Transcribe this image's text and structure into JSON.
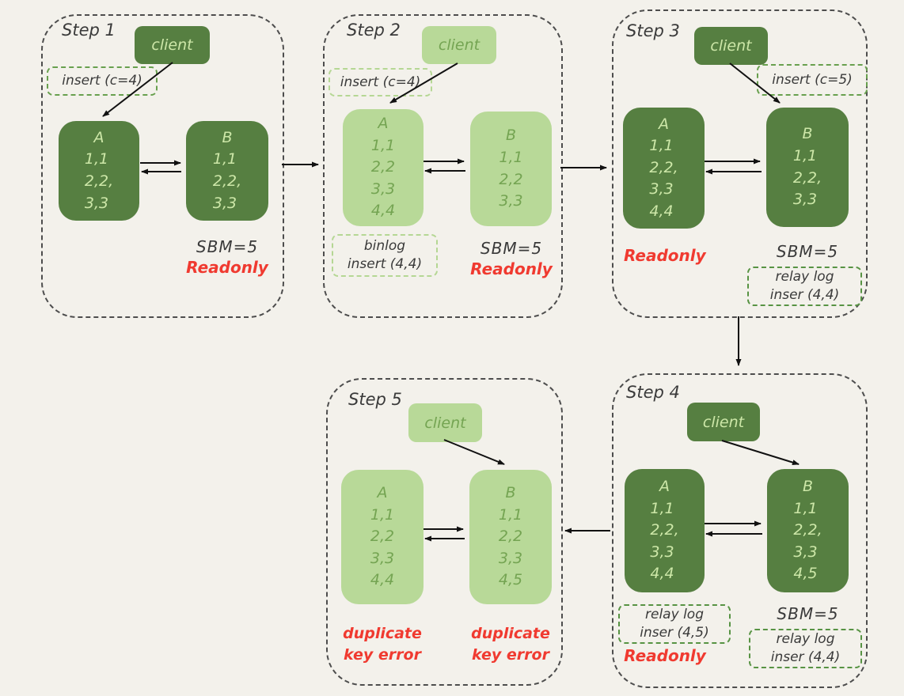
{
  "palette": {
    "background": "#f3f1eb",
    "dark_green": "#567f41",
    "light_green": "#b8d998",
    "pale_text": "#cde7a8",
    "green_text": "#74a452",
    "ink": "#3a3a3a",
    "red": "#f03a30",
    "arrow": "#111111",
    "container_border": "#4d4d4d",
    "note_border_medium": "#68a04e",
    "note_border_light": "#b5d794",
    "note_border_relay": "#579343"
  },
  "steps": [
    {
      "label": "Step 1",
      "client": "client",
      "notes": {
        "insert": "insert (c=4)"
      },
      "node_a": {
        "name": "A",
        "rows": [
          "1,1",
          "2,2,",
          "3,3"
        ]
      },
      "node_b": {
        "name": "B",
        "rows": [
          "1,1",
          "2,2,",
          "3,3"
        ]
      },
      "sbm": "SBM=5",
      "readonly": "Readonly"
    },
    {
      "label": "Step 2",
      "client": "client",
      "notes": {
        "insert": "insert (c=4)",
        "binlog": [
          "binlog",
          "insert (4,4)"
        ]
      },
      "node_a": {
        "name": "A",
        "rows": [
          "1,1",
          "2,2",
          "3,3",
          "4,4"
        ]
      },
      "node_b": {
        "name": "B",
        "rows": [
          "1,1",
          "2,2",
          "3,3"
        ]
      },
      "sbm": "SBM=5",
      "readonly": "Readonly"
    },
    {
      "label": "Step 3",
      "client": "client",
      "notes": {
        "insert": "insert (c=5)",
        "relay_b": [
          "relay log",
          "inser (4,4)"
        ]
      },
      "node_a": {
        "name": "A",
        "rows": [
          "1,1",
          "2,2,",
          "3,3",
          "4,4"
        ]
      },
      "node_b": {
        "name": "B",
        "rows": [
          "1,1",
          "2,2,",
          "3,3"
        ]
      },
      "sbm": "SBM=5",
      "readonly": "Readonly"
    },
    {
      "label": "Step 4",
      "client": "client",
      "notes": {
        "relay_a": [
          "relay log",
          "inser (4,5)"
        ],
        "relay_b": [
          "relay log",
          "inser (4,4)"
        ]
      },
      "node_a": {
        "name": "A",
        "rows": [
          "1,1",
          "2,2,",
          "3,3",
          "4,4"
        ]
      },
      "node_b": {
        "name": "B",
        "rows": [
          "1,1",
          "2,2,",
          "3,3",
          "4,5"
        ]
      },
      "sbm": "SBM=5",
      "readonly": "Readonly"
    },
    {
      "label": "Step 5",
      "client": "client",
      "node_a": {
        "name": "A",
        "rows": [
          "1,1",
          "2,2",
          "3,3",
          "4,4"
        ]
      },
      "node_b": {
        "name": "B",
        "rows": [
          "1,1",
          "2,2",
          "3,3",
          "4,5"
        ]
      },
      "error_a": [
        "duplicate",
        "key error"
      ],
      "error_b": [
        "duplicate",
        "key error"
      ]
    }
  ]
}
